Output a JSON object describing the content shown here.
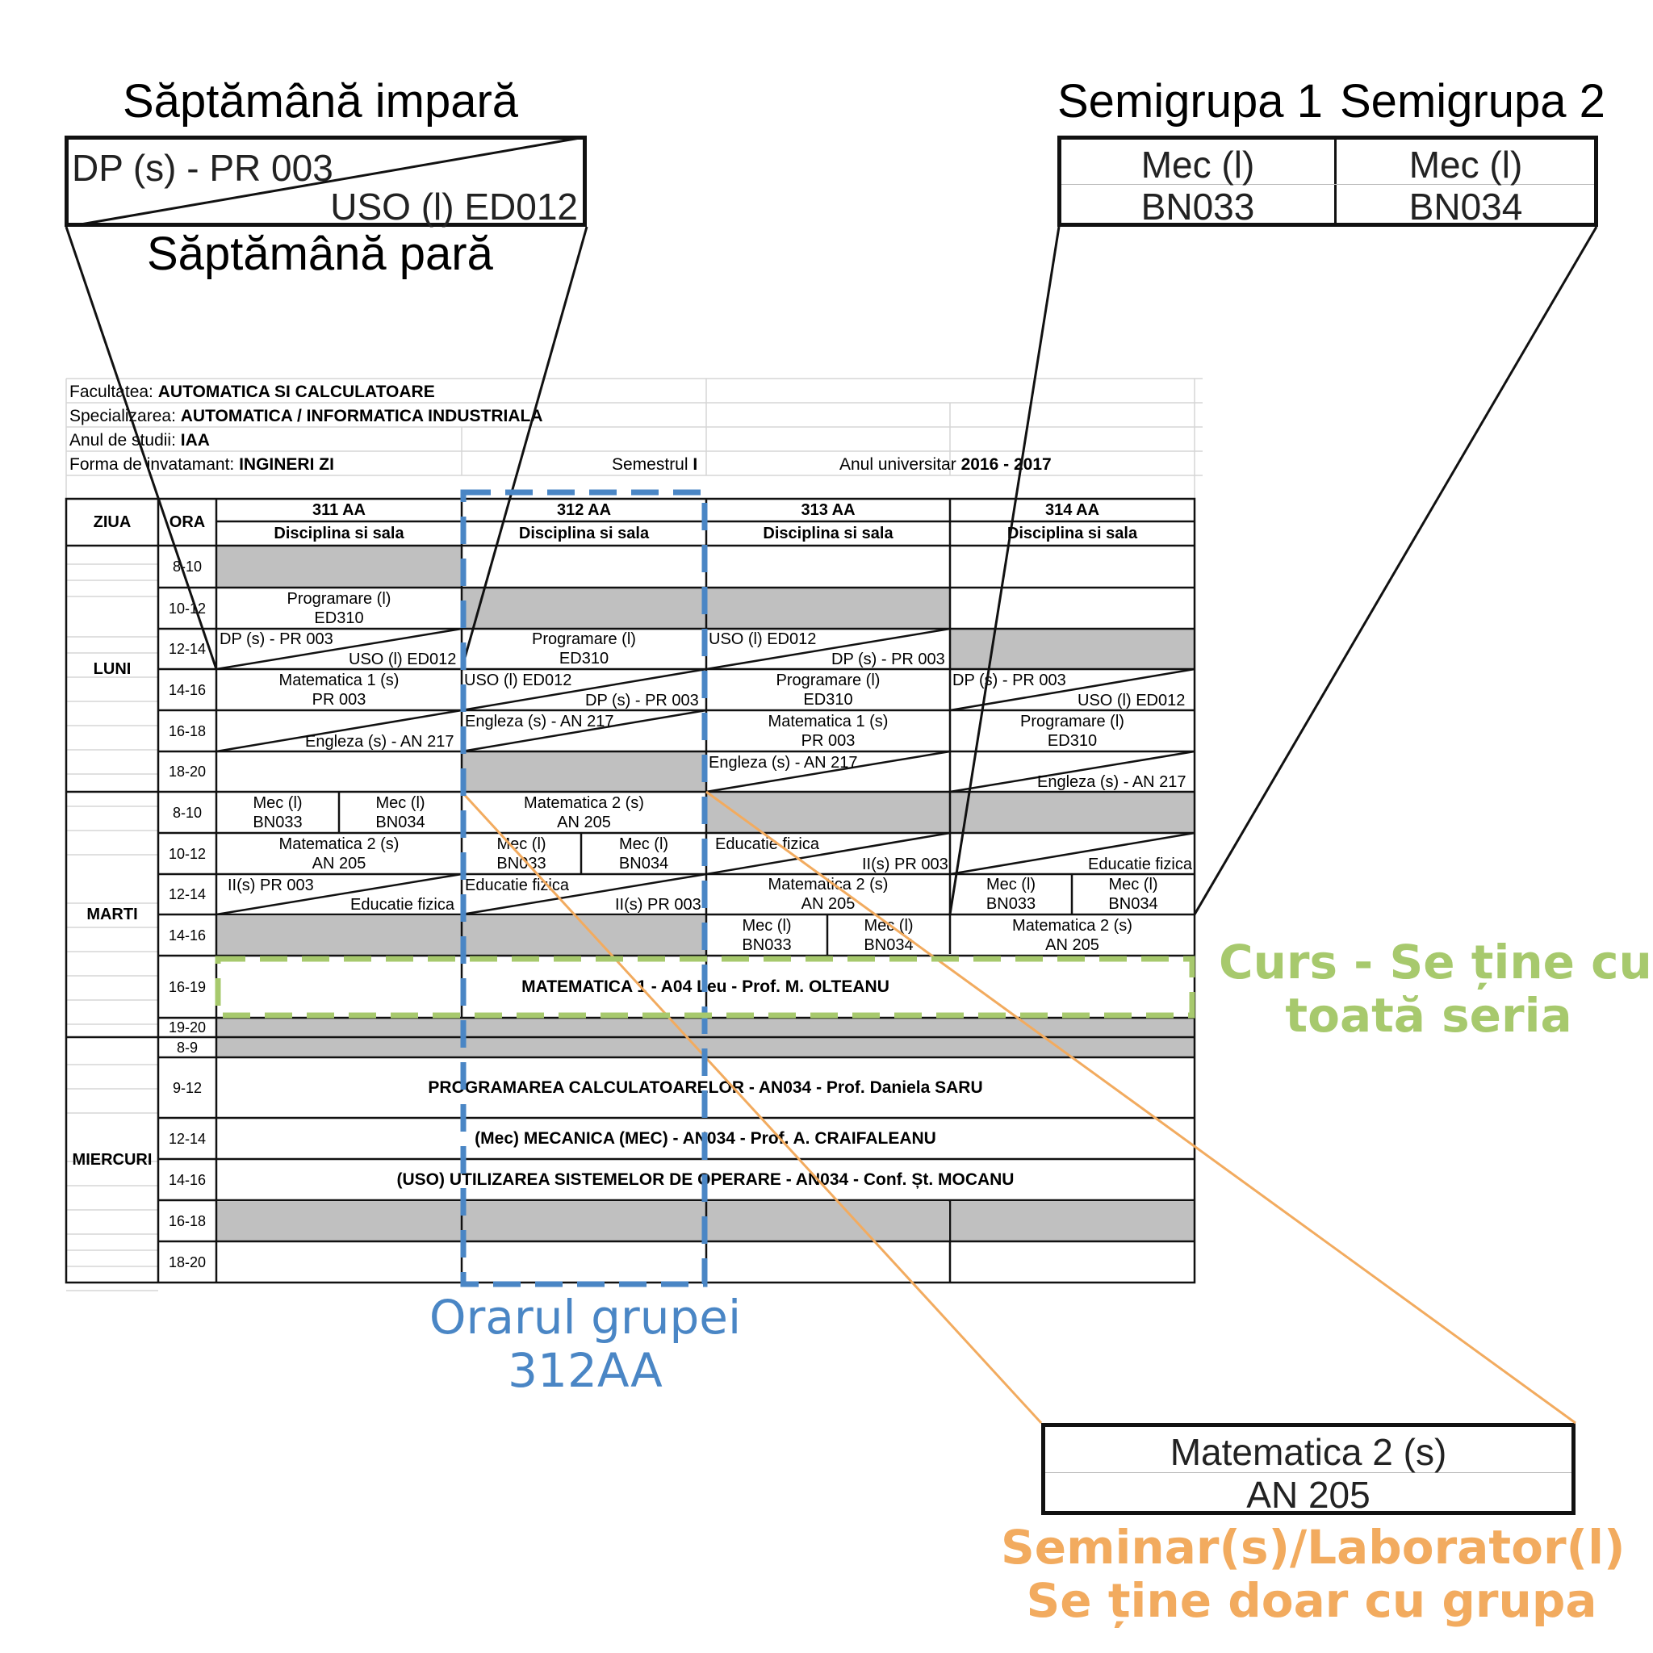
{
  "zoom_week": {
    "title_top": "Săptămână impară",
    "title_bottom": "Săptămână pară",
    "odd_entry": "DP (s) - PR 003",
    "even_entry": "USO (l) ED012"
  },
  "zoom_semigroups": {
    "label_1": "Semigrupa 1",
    "label_2": "Semigrupa 2",
    "sg1_course": "Mec (l)",
    "sg1_room": "BN033",
    "sg2_course": "Mec (l)",
    "sg2_room": "BN034"
  },
  "zoom_seminar": {
    "course": "Matematica 2 (s)",
    "room": "AN 205"
  },
  "notes": {
    "curs_line1": "Curs - Se ține cu",
    "curs_line2": "toată seria",
    "group_line1": "Orarul grupei",
    "group_line2": "312AA",
    "seminar_line1": "Seminar(s)/Laborator(l)",
    "seminar_line2": "Se ține doar cu grupa"
  },
  "colors": {
    "curs": "#a7c96d",
    "group": "#4a86c5",
    "seminar": "#f2ab5f",
    "cell_grey": "#c0c0c0"
  },
  "sheet": {
    "fac_label": "Facultatea: ",
    "fac_value": "AUTOMATICA SI CALCULATOARE",
    "spec_label": "Specializarea: ",
    "spec_value": "AUTOMATICA / INFORMATICA INDUSTRIALA",
    "an_label": "Anul de studii: ",
    "an_value": "IAA",
    "forma_label": "Forma de invatamant: ",
    "forma_value": "INGINERI ZI",
    "sem_label": "Semestrul ",
    "sem_value": "I",
    "anuniv_label": "Anul universitar ",
    "anuniv_value": "2016 - 2017"
  },
  "table": {
    "col_ziua": "ZIUA",
    "col_ora": "ORA",
    "groups": [
      "311 AA",
      "312 AA",
      "313 AA",
      "314 AA"
    ],
    "subheader": "Disciplina si sala",
    "days": [
      "LUNI",
      "MARTI",
      "MIERCURI"
    ],
    "hours_luni": [
      "8-10",
      "10-12",
      "12-14",
      "14-16",
      "16-18",
      "18-20"
    ],
    "hours_marti": [
      "8-10",
      "10-12",
      "12-14",
      "14-16",
      "16-19",
      "19-20"
    ],
    "hours_miercuri": [
      "8-9",
      "9-12",
      "12-14",
      "14-16",
      "16-18",
      "18-20"
    ],
    "luni": {
      "prog_311_a": "Programare (l)",
      "prog_311_b": "ED310",
      "dp_311": "DP (s) - PR 003",
      "uso_311": "USO (l) ED012",
      "prog_312_a": "Programare (l)",
      "prog_312_b": "ED310",
      "uso_313": "USO (l) ED012",
      "dp_313": "DP (s) - PR 003",
      "mat1_311_a": "Matematica 1 (s)",
      "mat1_311_b": "PR 003",
      "uso_312": "USO (l) ED012",
      "dp_312": "DP (s) - PR 003",
      "prog_313_a": "Programare (l)",
      "prog_313_b": "ED310",
      "dp_314": "DP (s) - PR 003",
      "uso_314": "USO (l) ED012",
      "eng_311": "Engleza (s) - AN 217",
      "eng_312": "Engleza (s) - AN 217",
      "mat1_313_a": "Matematica 1 (s)",
      "mat1_313_b": "PR 003",
      "prog_314_a": "Programare (l)",
      "prog_314_b": "ED310",
      "eng_313": "Engleza (s) - AN 217",
      "eng_314": "Engleza (s) - AN 217"
    },
    "marti": {
      "mec_311_1a": "Mec (l)",
      "mec_311_1b": "BN033",
      "mec_311_2a": "Mec (l)",
      "mec_311_2b": "BN034",
      "mat2_312_a": "Matematica 2 (s)",
      "mat2_312_b": "AN 205",
      "mat2_311_a": "Matematica 2 (s)",
      "mat2_311_b": "AN 205",
      "mec_312_1a": "Mec (l)",
      "mec_312_1b": "BN033",
      "mec_312_2a": "Mec (l)",
      "mec_312_2b": "BN034",
      "ef_313": "Educatie fizica",
      "ii_313": "II(s) PR 003",
      "ef_314": "Educatie fizica",
      "ii_311": "II(s) PR 003",
      "ef_311": "Educatie fizica",
      "ef_312": "Educatie fizica",
      "ii_312": "II(s) PR 003",
      "mat2_313_a": "Matematica 2 (s)",
      "mat2_313_b": "AN 205",
      "mec_314_1a": "Mec (l)",
      "mec_314_1b": "BN033",
      "mec_314_2a": "Mec (l)",
      "mec_314_2b": "BN034",
      "mec_313_1a": "Mec (l)",
      "mec_313_1b": "BN033",
      "mec_313_2a": "Mec (l)",
      "mec_313_2b": "BN034",
      "mat2_314_a": "Matematica 2 (s)",
      "mat2_314_b": "AN 205",
      "curs_mat1": "MATEMATICA 1 - A04 Leu - Prof. M. OLTEANU"
    },
    "miercuri": {
      "curs_pc": "PROGRAMAREA CALCULATOARELOR - AN034 - Prof. Daniela SARU",
      "curs_mec": "(Mec) MECANICA (MEC) - AN034 - Prof. A. CRAIFALEANU",
      "curs_uso": "(USO) UTILIZAREA SISTEMELOR DE OPERARE  - AN034 - Conf. Șt. MOCANU"
    }
  }
}
